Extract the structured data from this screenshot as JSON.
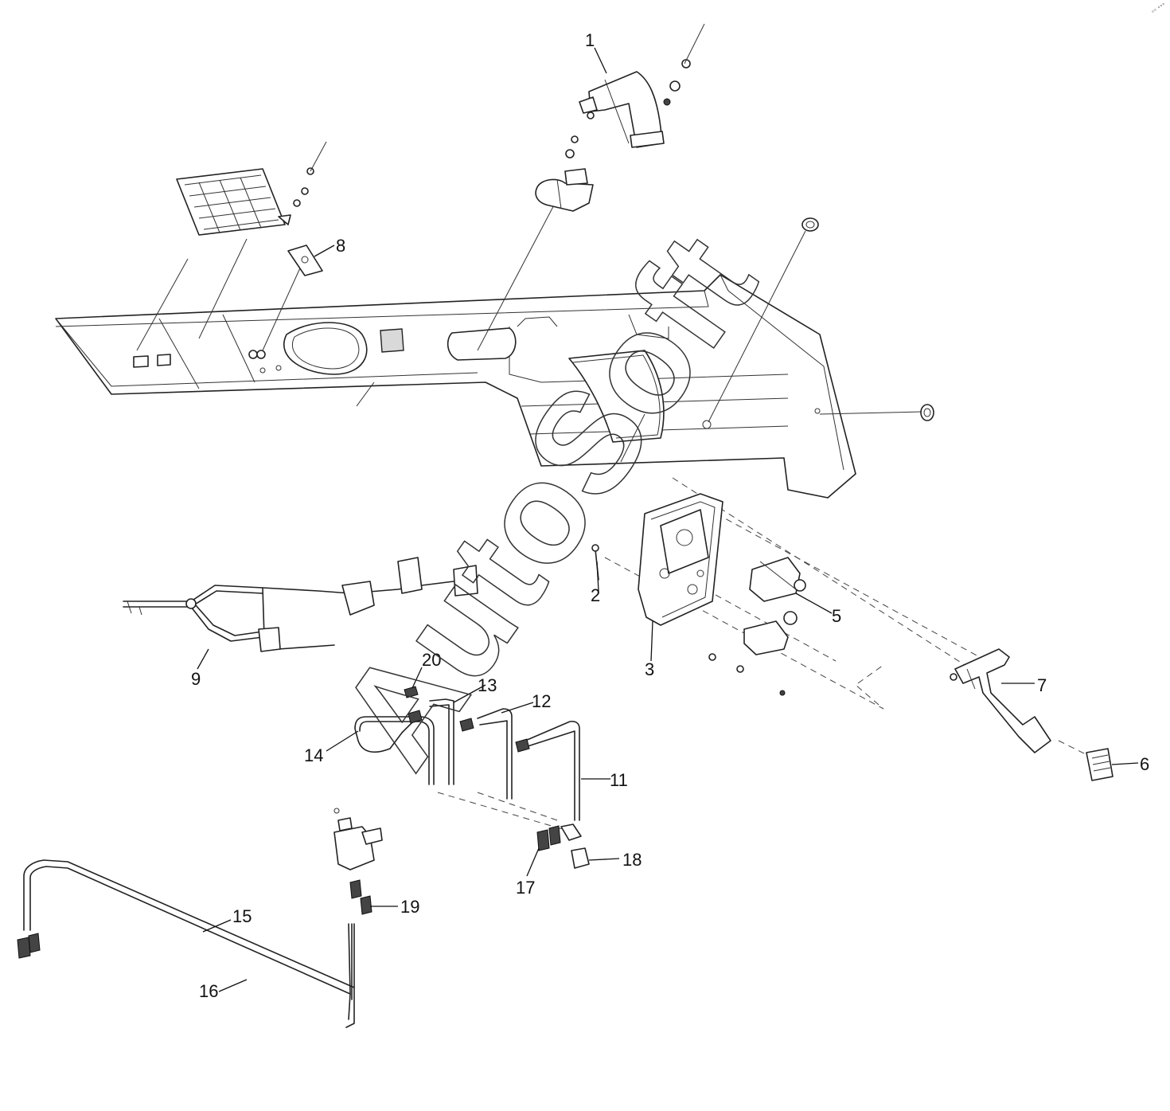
{
  "watermark": "AutoSoft",
  "corner_mark": "°° °°°",
  "callouts": [
    {
      "id": "1",
      "label": "1"
    },
    {
      "id": "2",
      "label": "2"
    },
    {
      "id": "3",
      "label": "3"
    },
    {
      "id": "5",
      "label": "5"
    },
    {
      "id": "6",
      "label": "6"
    },
    {
      "id": "7",
      "label": "7"
    },
    {
      "id": "8",
      "label": "8"
    },
    {
      "id": "9",
      "label": "9"
    },
    {
      "id": "11",
      "label": "11"
    },
    {
      "id": "12",
      "label": "12"
    },
    {
      "id": "13",
      "label": "13"
    },
    {
      "id": "14",
      "label": "14"
    },
    {
      "id": "15",
      "label": "15"
    },
    {
      "id": "16",
      "label": "16"
    },
    {
      "id": "17",
      "label": "17"
    },
    {
      "id": "18",
      "label": "18"
    },
    {
      "id": "19",
      "label": "19"
    },
    {
      "id": "20",
      "label": "20"
    }
  ]
}
